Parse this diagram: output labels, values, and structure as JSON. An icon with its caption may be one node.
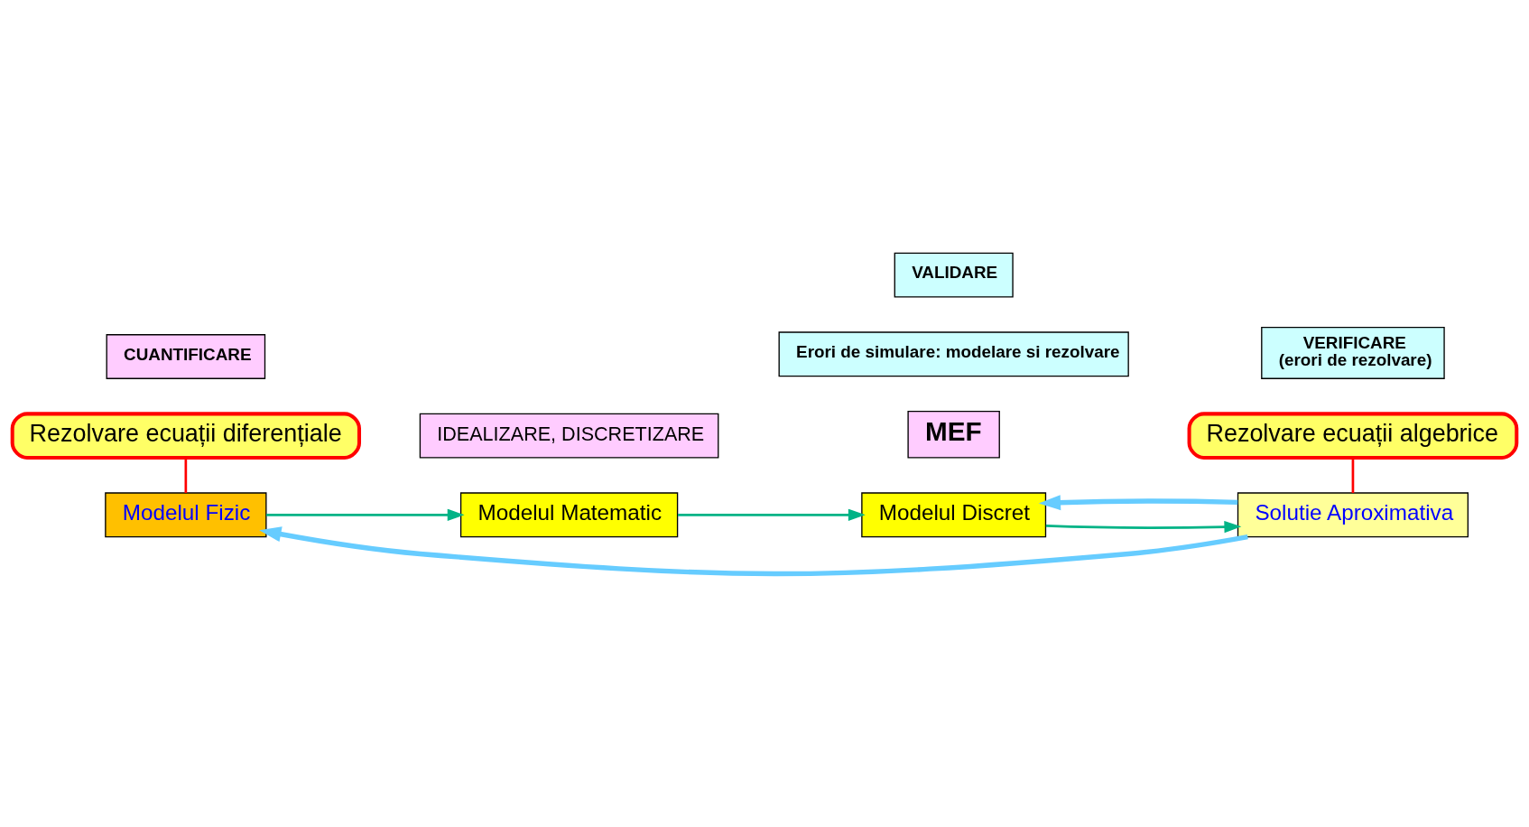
{
  "diagram": {
    "nodes": [
      {
        "text": [
          "Rezolvare ecuații diferențiale"
        ]
      },
      {
        "text": [
          "Rezolvare ecuații algebrice"
        ]
      },
      {
        "text": [
          "Modelul Fizic"
        ]
      },
      {
        "text": [
          "Modelul Matematic"
        ]
      },
      {
        "text": [
          "MEF"
        ]
      },
      {
        "text": [
          "Modelul Discret"
        ]
      },
      {
        "text": [
          "Solutie Aproximativa"
        ]
      },
      {
        "text": [
          "CUANTIFICARE"
        ]
      },
      {
        "text": [
          "IDEALIZARE, DISCRETIZARE"
        ]
      },
      {
        "text": [
          "VERIFICARE",
          "(erori de rezolvare)"
        ]
      },
      {
        "text": [
          "Erori de simulare: modelare si rezolvare"
        ]
      },
      {
        "text": [
          "VALIDARE"
        ]
      }
    ],
    "edges": [
      {
        "from": 0,
        "to": 2,
        "arrow": "none",
        "color": "#ff0000"
      },
      {
        "from": 1,
        "to": 6,
        "arrow": "none",
        "color": "#ff0000"
      },
      {
        "from": 2,
        "to": 3,
        "arrow": "to"
      },
      {
        "from": 3,
        "to": 5,
        "arrow": "to"
      },
      {
        "from": 5,
        "to": 6,
        "arrow": "to"
      },
      {
        "from": 6,
        "to": 5,
        "arrow": "to",
        "style": "thick",
        "color": "#66ccff"
      },
      {
        "from": 6,
        "to": 2,
        "arrow": "to",
        "style": "thick",
        "color": "#66ccff"
      }
    ]
  }
}
